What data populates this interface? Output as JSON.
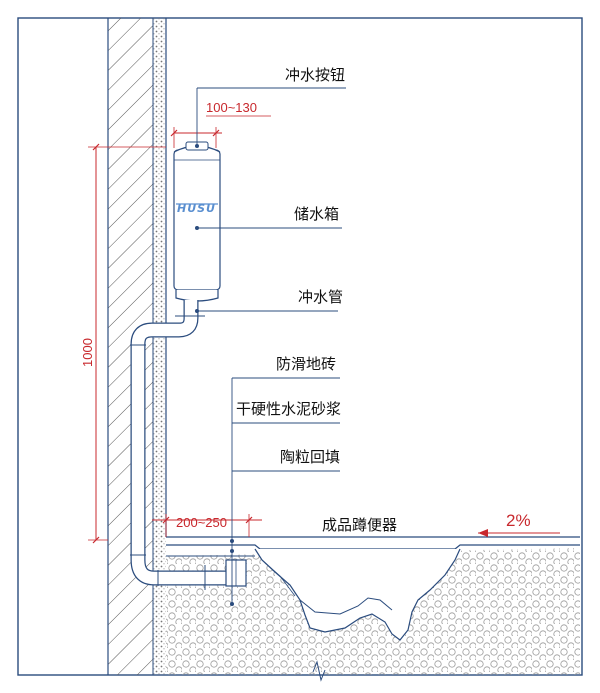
{
  "labels": {
    "flush_button": "冲水按钮",
    "water_tank": "储水箱",
    "flush_pipe": "冲水管",
    "anti_slip_tile": "防滑地砖",
    "dry_cement_mortar": "干硬性水泥砂浆",
    "ceramsite_backfill": "陶粒回填",
    "squat_toilet": "成品蹲便器"
  },
  "dimensions": {
    "button_offset": "100~130",
    "tank_height": "1000",
    "toilet_offset": "200~250",
    "floor_slope": "2%"
  },
  "brand": "HUSU",
  "colors": {
    "outline": "#2b4c7e",
    "dimension": "#c8282d",
    "hatch": "#555555",
    "fill_pattern": "#9a9a9a",
    "brand": "#5a8fd0"
  }
}
